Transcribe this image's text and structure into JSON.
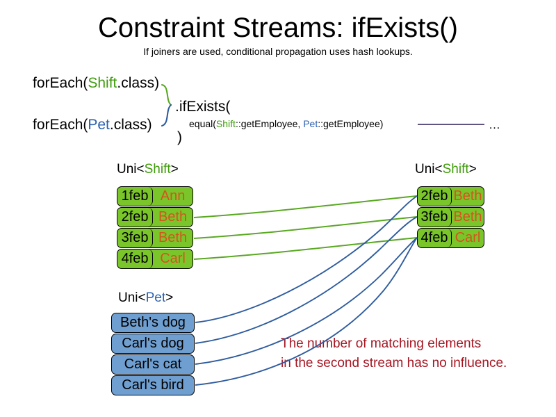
{
  "header": {
    "title": "Constraint Streams: ifExists()",
    "subtitle": "If joiners are used, conditional propagation uses hash lookups."
  },
  "code": {
    "for_each_shift": {
      "prefix": "forEach(",
      "type": "Shift",
      "suffix": ".class)"
    },
    "for_each_pet": {
      "prefix": "forEach(",
      "type": "Pet",
      "suffix": ".class)"
    },
    "if_exists": ".ifExists(",
    "equal": {
      "prefix": "equal(",
      "left_type": "Shift",
      "left_method": "::getEmployee, ",
      "right_type": "Pet",
      "right_method": "::getEmployee)"
    },
    "close_paren": ")",
    "ellipsis": "…"
  },
  "streams": {
    "left_shift": {
      "label_prefix": "Uni<",
      "label_type": "Shift",
      "label_suffix": ">",
      "rows": [
        {
          "date": "1feb",
          "name": "Ann"
        },
        {
          "date": "2feb",
          "name": "Beth"
        },
        {
          "date": "3feb",
          "name": "Beth"
        },
        {
          "date": "4feb",
          "name": "Carl"
        }
      ]
    },
    "right_shift": {
      "label_prefix": "Uni<",
      "label_type": "Shift",
      "label_suffix": ">",
      "rows": [
        {
          "date": "2feb",
          "name": "Beth"
        },
        {
          "date": "3feb",
          "name": "Beth"
        },
        {
          "date": "4feb",
          "name": "Carl"
        }
      ]
    },
    "pet": {
      "label_prefix": "Uni<",
      "label_type": "Pet",
      "label_suffix": ">",
      "rows": [
        {
          "text": "Beth's dog"
        },
        {
          "text": "Carl's dog"
        },
        {
          "text": "Carl's cat"
        },
        {
          "text": "Carl's bird"
        }
      ]
    }
  },
  "annotation": {
    "line1": "The number of matching elements",
    "line2": "in the second stream has no influence."
  },
  "colors": {
    "shift_green": "#3f9b0b",
    "pet_blue": "#2a5fae",
    "box_green_fill": "#7ac62a",
    "box_blue_fill": "#6f9fd1",
    "name_orange": "#d2551d",
    "note_red": "#a41622",
    "wire_green": "#5aa823",
    "wire_blue": "#2f5c9e",
    "rule_purple": "#4a3c6e"
  }
}
